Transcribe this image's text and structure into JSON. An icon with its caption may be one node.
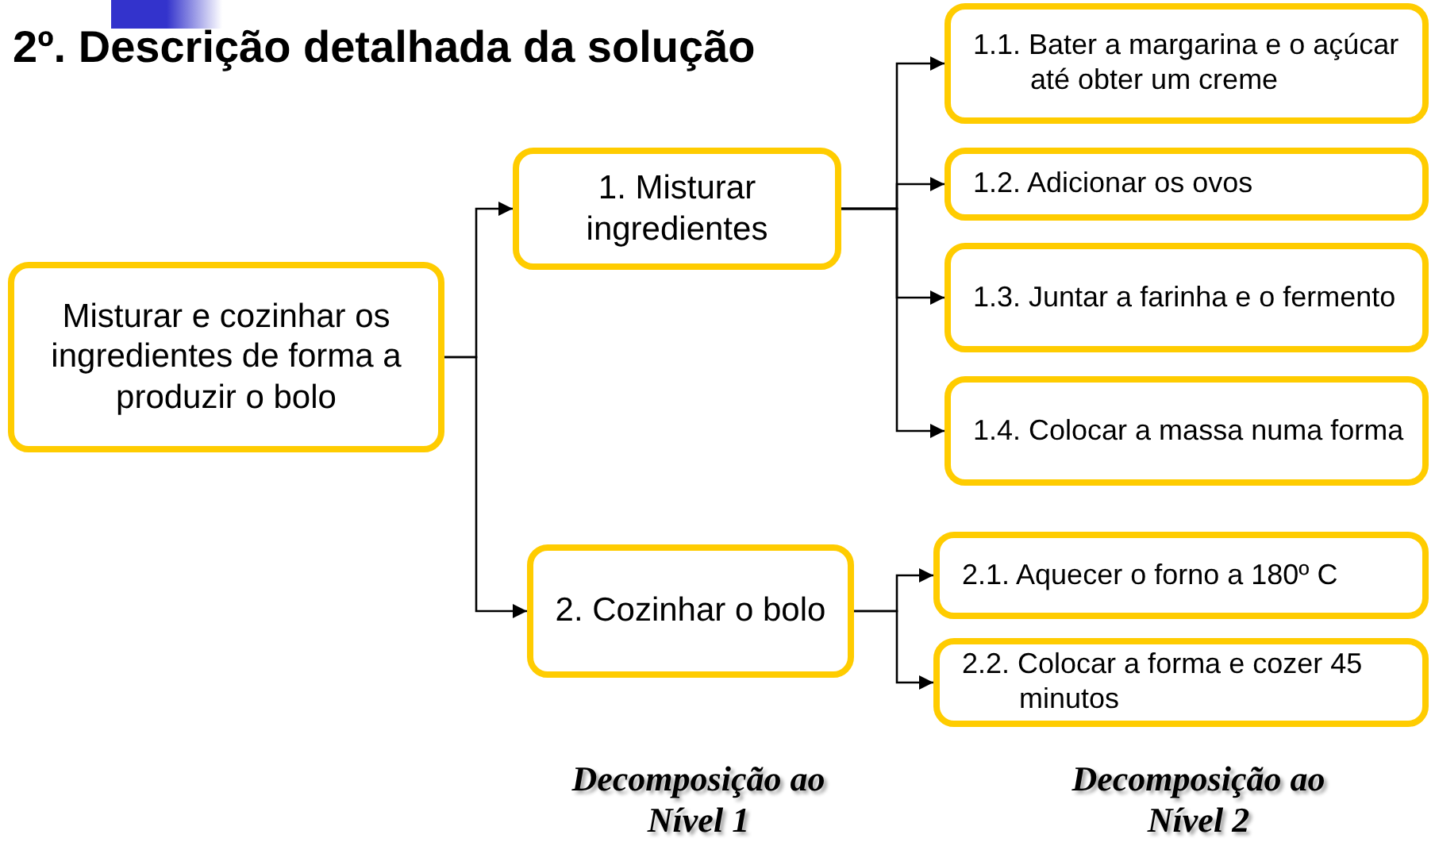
{
  "diagram": {
    "title": "2º. Descrição detalhada da solução",
    "nodes": [
      {
        "text": [
          "Misturar e cozinhar os ingredientes de forma a produzir o bolo"
        ]
      },
      {
        "text": [
          "1. Misturar ingredientes"
        ]
      },
      {
        "text": [
          "2. Cozinhar o bolo"
        ]
      },
      {
        "text": [
          "1.1. Bater a margarina e o açúcar até obter um creme"
        ]
      },
      {
        "text": [
          "1.2. Adicionar os ovos"
        ]
      },
      {
        "text": [
          "1.3. Juntar a farinha e o fermento"
        ]
      },
      {
        "text": [
          "1.4. Colocar a massa numa forma"
        ]
      },
      {
        "text": [
          "2.1. Aquecer o forno a 180º C"
        ]
      },
      {
        "text": [
          "2.2. Colocar a forma e cozer 45 minutos"
        ]
      }
    ],
    "edges": [
      {
        "from": 0,
        "to": 1,
        "arrow": "to"
      },
      {
        "from": 0,
        "to": 2,
        "arrow": "to"
      },
      {
        "from": 1,
        "to": 3,
        "arrow": "to"
      },
      {
        "from": 1,
        "to": 4,
        "arrow": "to"
      },
      {
        "from": 1,
        "to": 5,
        "arrow": "to"
      },
      {
        "from": 1,
        "to": 6,
        "arrow": "to"
      },
      {
        "from": 2,
        "to": 7,
        "arrow": "to"
      },
      {
        "from": 2,
        "to": 8,
        "arrow": "to"
      }
    ],
    "labels": [
      "Decomposição ao Nível 1",
      "Decomposição ao Nível 2"
    ]
  }
}
